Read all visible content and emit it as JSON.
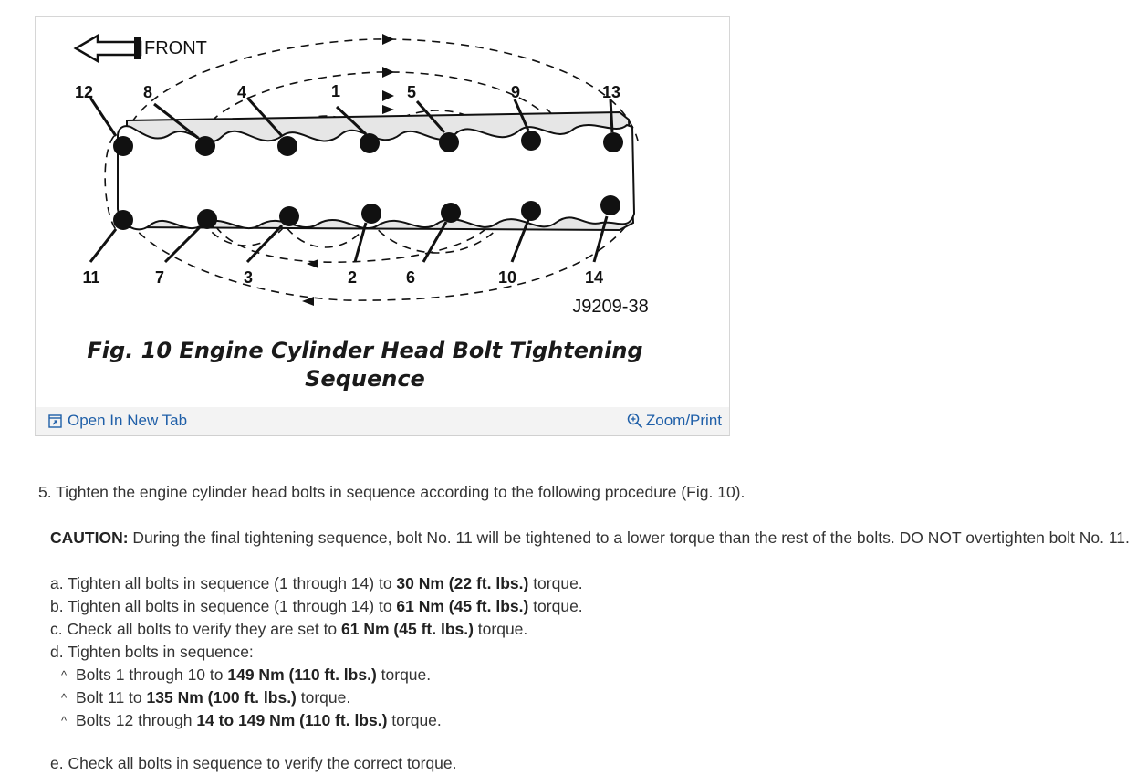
{
  "figure": {
    "front_label": "FRONT",
    "diagram_code": "J9209-38",
    "top_bolt_labels": [
      "12",
      "8",
      "4",
      "1",
      "5",
      "9",
      "13"
    ],
    "bottom_bolt_labels": [
      "11",
      "7",
      "3",
      "2",
      "6",
      "10",
      "14"
    ],
    "caption_line1": "Fig. 10 Engine Cylinder Head Bolt Tightening",
    "caption_line2": "Sequence",
    "open_tab_label": "Open In New Tab",
    "zoom_label": "Zoom/Print"
  },
  "content": {
    "step5": "5. Tighten the engine cylinder head bolts in sequence according to the following procedure (Fig. 10).",
    "caution_label": "CAUTION:",
    "caution_text": " During the final tightening sequence, bolt No. 11 will be tightened to a lower torque than the rest of the bolts. DO NOT overtighten bolt No. 11.",
    "a_pre": "a. Tighten all bolts in sequence (1 through 14) to ",
    "a_bold": "30 Nm (22 ft. lbs.)",
    "a_post": " torque.",
    "b_pre": "b. Tighten all bolts in sequence (1 through 14) to ",
    "b_bold": "61 Nm (45 ft. lbs.)",
    "b_post": " torque.",
    "c_pre": "c. Check all bolts to verify they are set to ",
    "c_bold": "61 Nm (45 ft. lbs.)",
    "c_post": " torque.",
    "d_text": "d. Tighten bolts in sequence:",
    "bullet_mark": "^",
    "d1_pre": "Bolts 1 through 10 to ",
    "d1_bold": "149 Nm (110 ft. lbs.)",
    "d1_post": " torque.",
    "d2_pre": "Bolt 11 to ",
    "d2_bold": "135 Nm (100 ft. lbs.)",
    "d2_post": " torque.",
    "d3_pre": "Bolts 12 through ",
    "d3_bold": "14 to 149 Nm (110 ft. lbs.)",
    "d3_post": " torque.",
    "e_text": "e. Check all bolts in sequence to verify the correct torque."
  }
}
